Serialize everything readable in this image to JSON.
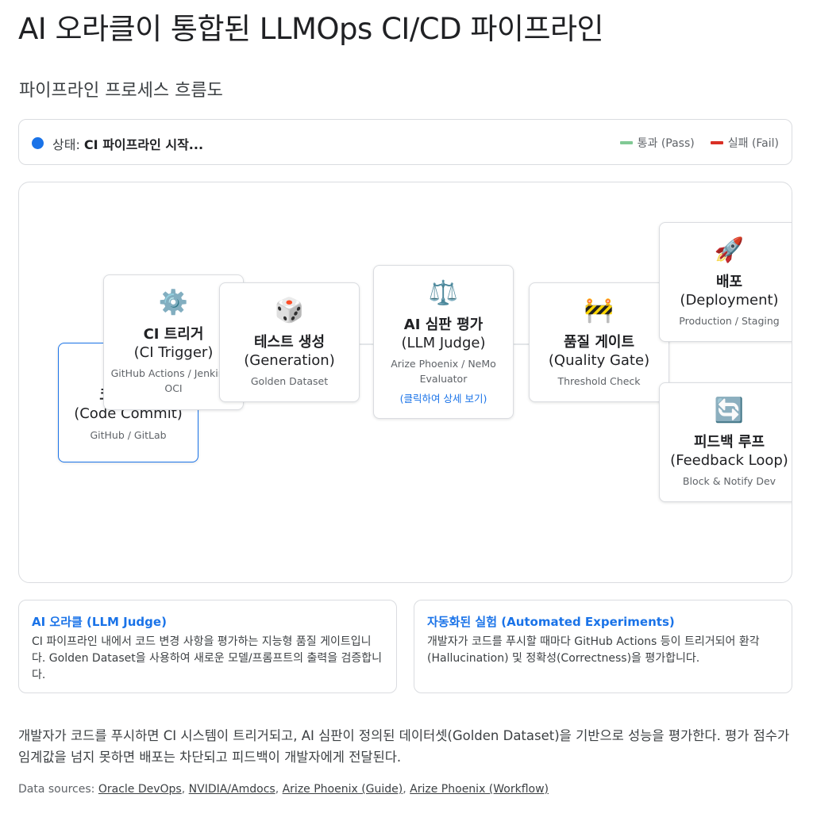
{
  "page": {
    "title": "AI 오라클이 통합된 LLMOps CI/CD 파이프라인",
    "section_title": "파이프라인 프로세스 흐름도"
  },
  "status": {
    "label": "상태: ",
    "value": "CI 파이프라인 시작...",
    "dot_color": "#1a73e8"
  },
  "legend": [
    {
      "label": "통과 (Pass)",
      "color": "#81c995"
    },
    {
      "label": "실패 (Fail)",
      "color": "#d93025"
    }
  ],
  "nodes": {
    "commit": {
      "icon": "code-icon",
      "title_ko": "코드 커밋",
      "title_en": "(Code Commit)",
      "sub": "GitHub / GitLab"
    },
    "trigger": {
      "icon": "⚙️",
      "title_ko": "CI 트리거",
      "title_en": "(CI Trigger)",
      "sub": "GitHub Actions / Jenkins / OCI"
    },
    "generation": {
      "icon": "🎲",
      "title_ko": "테스트 생성",
      "title_en": "(Generation)",
      "sub": "Golden Dataset"
    },
    "judge": {
      "icon": "⚖️",
      "title_ko": "AI 심판 평가",
      "title_en": "(LLM Judge)",
      "sub": "Arize Phoenix / NeMo Evaluator",
      "link": "(클릭하여 상세 보기)"
    },
    "gate": {
      "icon": "🚧",
      "title_ko": "품질 게이트",
      "title_en": "(Quality Gate)",
      "sub": "Threshold Check"
    },
    "deploy": {
      "icon": "🚀",
      "title_ko": "배포",
      "title_en": "(Deployment)",
      "sub": "Production / Staging"
    },
    "feedback": {
      "icon": "🔄",
      "title_ko": "피드백 루프",
      "title_en": "(Feedback Loop)",
      "sub": "Block & Notify Dev"
    }
  },
  "info_cards": [
    {
      "title": "AI 오라클 (LLM Judge)",
      "body": "CI 파이프라인 내에서 코드 변경 사항을 평가하는 지능형 품질 게이트입니다. Golden Dataset을 사용하여 새로운 모델/프롬프트의 출력을 검증합니다."
    },
    {
      "title": "자동화된 실험 (Automated Experiments)",
      "body": "개발자가 코드를 푸시할 때마다 GitHub Actions 등이 트리거되어 환각(Hallucination) 및 정확성(Correctness)을 평가합니다."
    }
  ],
  "summary": "개발자가 코드를 푸시하면 CI 시스템이 트리거되고, AI 심판이 정의된 데이터셋(Golden Dataset)을 기반으로 성능을 평가한다. 평가 점수가 임계값을 넘지 못하면 배포는 차단되고 피드백이 개발자에게 전달된다.",
  "sources": {
    "label": "Data sources: ",
    "links": [
      "Oracle DevOps",
      "NVIDIA/Amdocs",
      "Arize Phoenix (Guide)",
      "Arize Phoenix (Workflow)"
    ],
    "separator": ", "
  }
}
